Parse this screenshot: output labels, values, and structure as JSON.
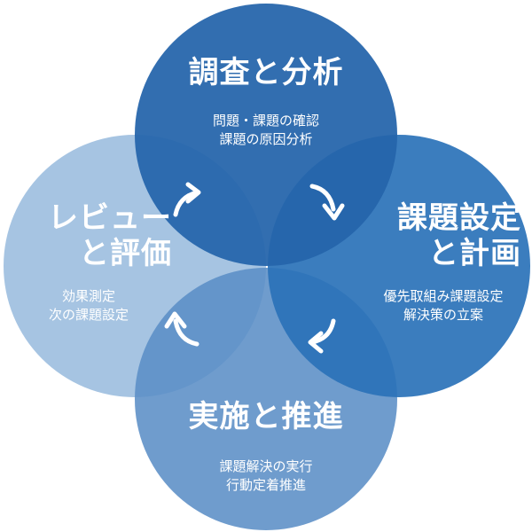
{
  "colors": {
    "top": "#2565ab",
    "right": "#2a72b8",
    "bottom": "#5b8ec6",
    "left": "#9ebfe0",
    "arrow": "#ffffff",
    "text": "#ffffff"
  },
  "stages": {
    "top": {
      "title": "調査と分析",
      "desc": [
        "問題・課題の確認",
        "課題の原因分析"
      ]
    },
    "right": {
      "title_lines": [
        "課題設定",
        "と計画"
      ],
      "desc": [
        "優先取組み課題設定",
        "解決策の立案"
      ]
    },
    "bottom": {
      "title": "実施と推進",
      "desc": [
        "課題解決の実行",
        "行動定着推進"
      ]
    },
    "left": {
      "title_lines": [
        "レビュー",
        "と評価"
      ],
      "desc": [
        "効果測定",
        "次の課題設定"
      ]
    }
  }
}
